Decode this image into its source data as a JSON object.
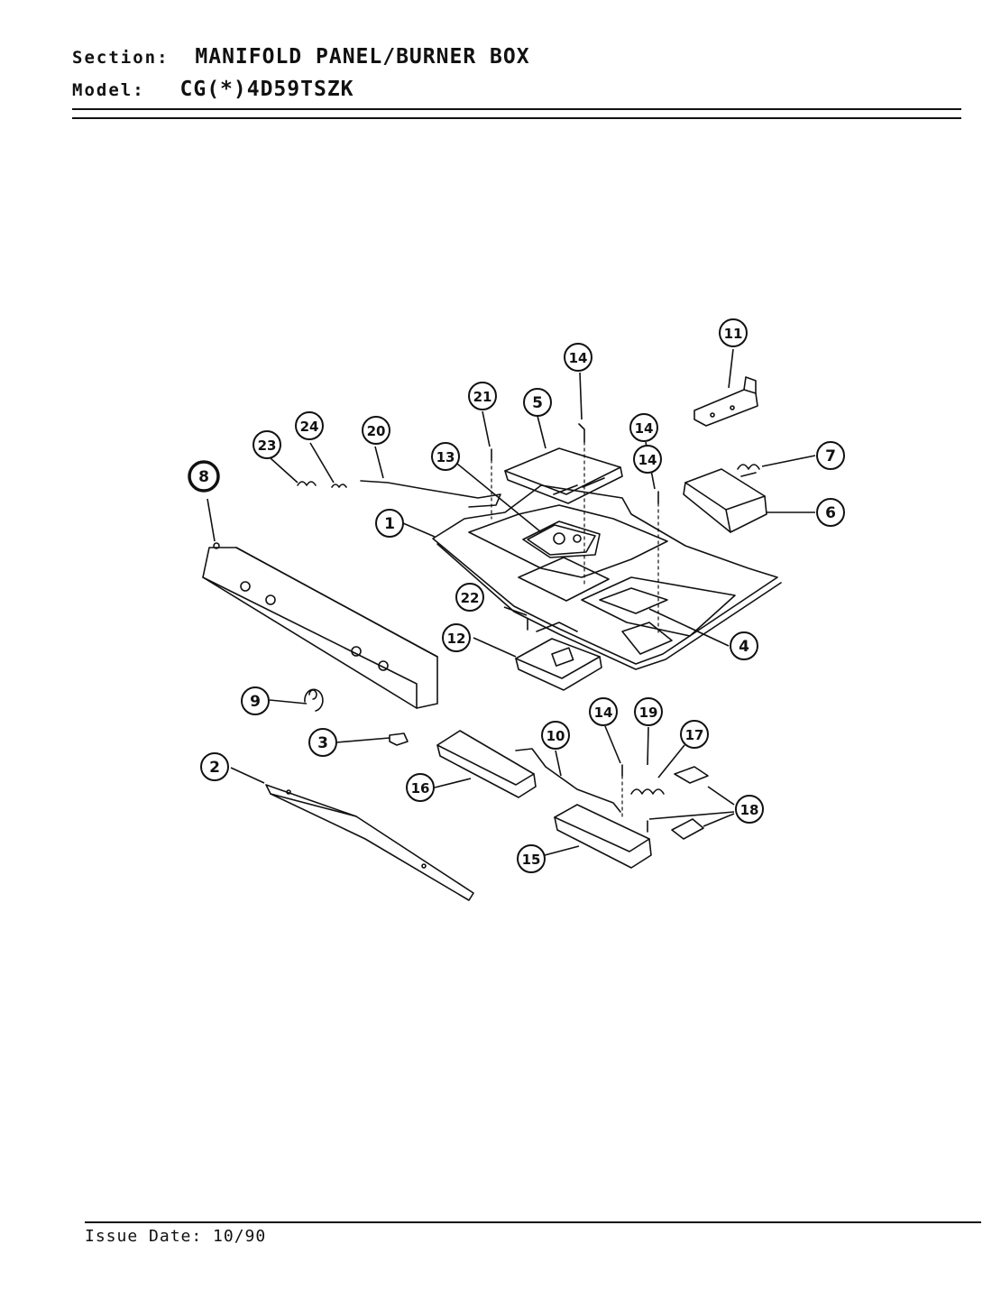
{
  "header": {
    "section_key": "Section:",
    "section_value": "MANIFOLD PANEL/BURNER BOX",
    "model_key": "Model:",
    "model_value": "CG(*)4D59TSZK"
  },
  "callouts": [
    "1",
    "2",
    "3",
    "4",
    "5",
    "6",
    "7",
    "8",
    "9",
    "10",
    "11",
    "12",
    "13",
    "14",
    "14",
    "14",
    "14",
    "15",
    "16",
    "17",
    "18",
    "19",
    "20",
    "21",
    "22",
    "23",
    "24"
  ],
  "footer": {
    "issue_date": "Issue Date: 10/90"
  }
}
